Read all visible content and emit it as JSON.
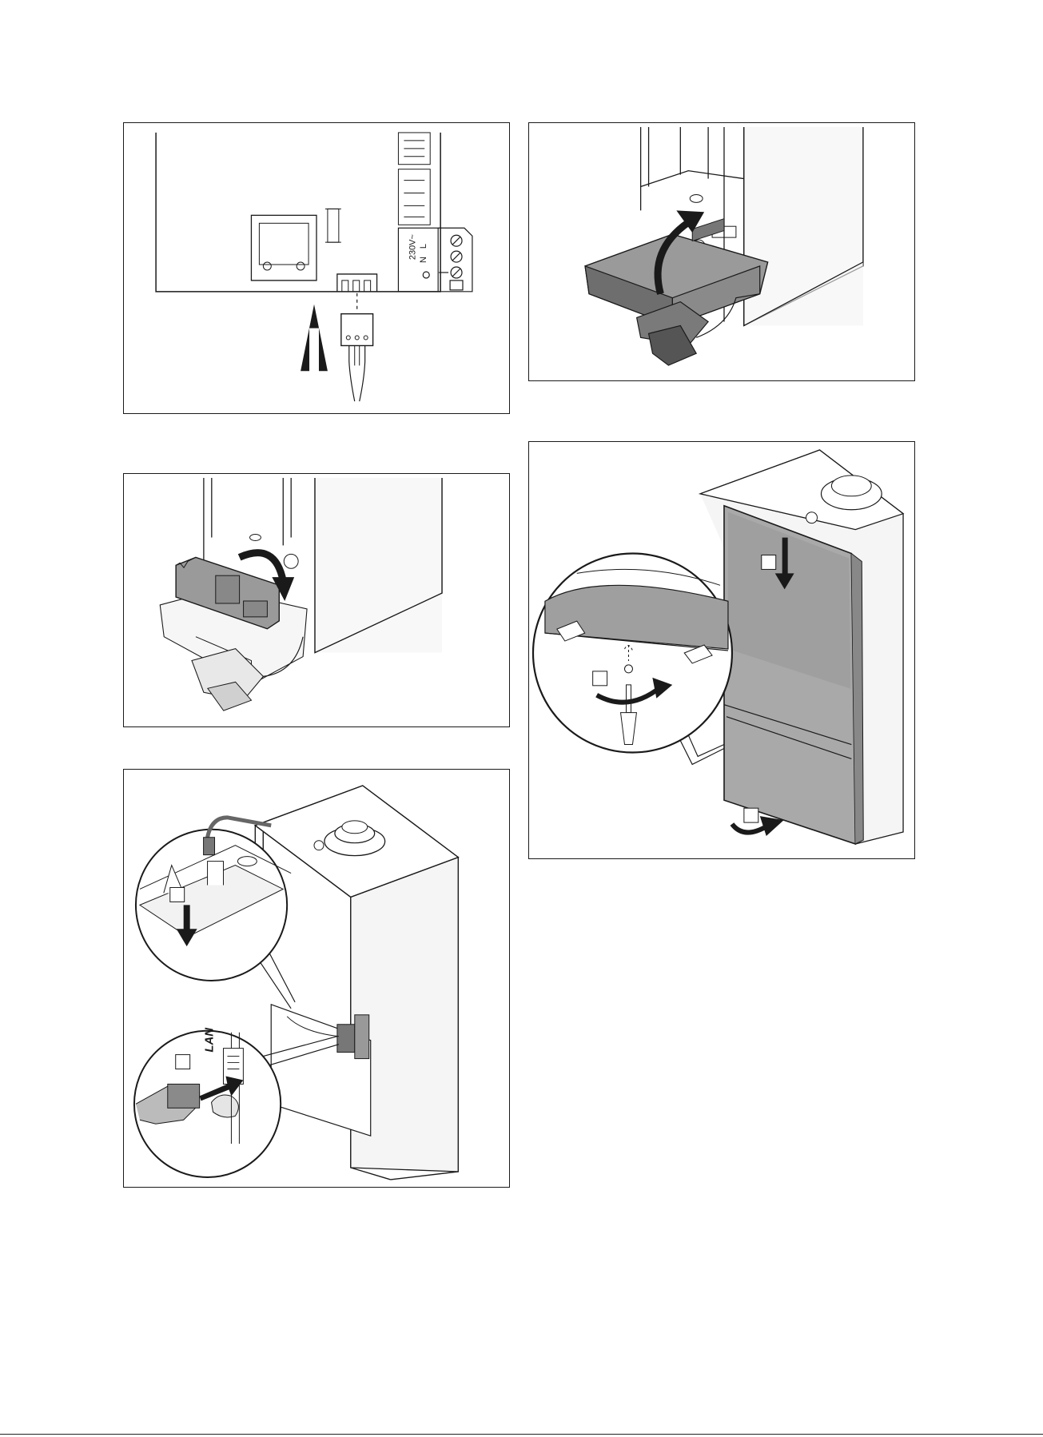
{
  "figures": [
    {
      "id": "power-connector",
      "labels": {
        "voltage": "230V~",
        "live": "L",
        "neutral": "N"
      }
    },
    {
      "id": "lift-electronics-box"
    },
    {
      "id": "lower-electronics-box"
    },
    {
      "id": "lan-connection",
      "labels": {
        "port": "LAN"
      }
    },
    {
      "id": "front-casing"
    }
  ],
  "colors": {
    "line": "#1a1a1a",
    "housing": "#f3f3f3",
    "module": "#9a9a9a",
    "module_dark": "#6e6e6e",
    "front_panel": "#a9a9a9"
  }
}
